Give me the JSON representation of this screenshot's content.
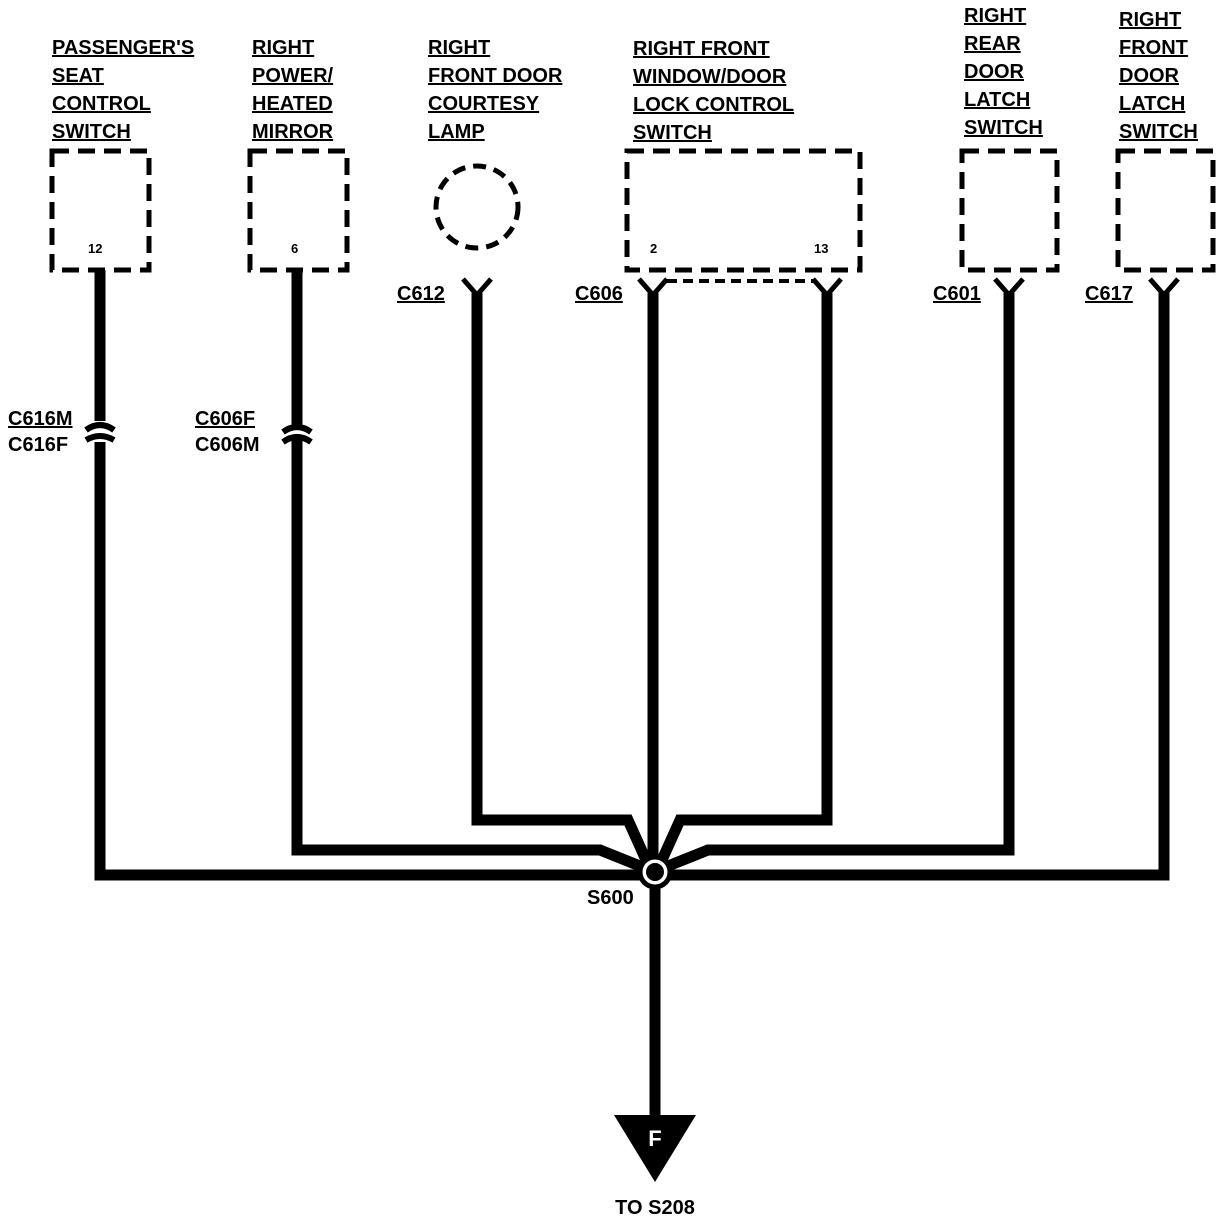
{
  "components": [
    {
      "id": "seat",
      "name_lines": [
        "PASSENGER'S",
        "SEAT",
        "CONTROL",
        "SWITCH"
      ],
      "pins": [
        "12"
      ]
    },
    {
      "id": "mirror",
      "name_lines": [
        "RIGHT",
        "POWER/",
        "HEATED",
        "MIRROR"
      ],
      "pins": [
        "6"
      ]
    },
    {
      "id": "lamp",
      "name_lines": [
        "RIGHT",
        "FRONT DOOR",
        "COURTESY",
        "LAMP"
      ],
      "pins": []
    },
    {
      "id": "window",
      "name_lines": [
        "RIGHT FRONT",
        "WINDOW/DOOR",
        "LOCK CONTROL",
        "SWITCH"
      ],
      "pins": [
        "2",
        "13"
      ]
    },
    {
      "id": "rear_latch",
      "name_lines": [
        "RIGHT",
        "REAR",
        "DOOR",
        "LATCH",
        "SWITCH"
      ],
      "pins": []
    },
    {
      "id": "front_latch",
      "name_lines": [
        "RIGHT",
        "FRONT",
        "DOOR",
        "LATCH",
        "SWITCH"
      ],
      "pins": []
    }
  ],
  "connectors": {
    "seat": [
      "C616M",
      "C616F"
    ],
    "mirror": [
      "C606F",
      "C606M"
    ],
    "lamp": "C612",
    "window": "C606",
    "rear_latch": "C601",
    "front_latch": "C617"
  },
  "splice": "S600",
  "ground_letter": "F",
  "ground_destination": "TO S208"
}
